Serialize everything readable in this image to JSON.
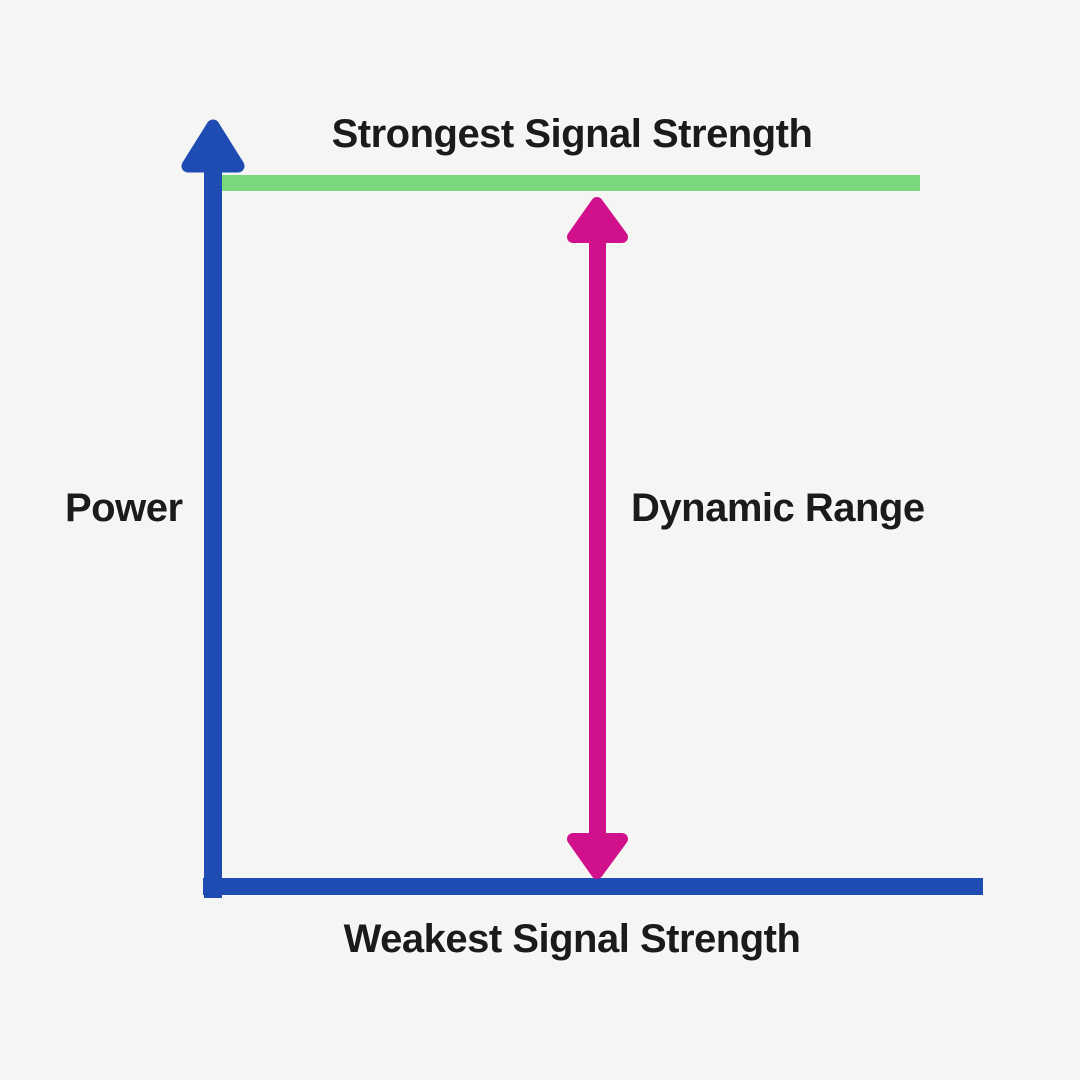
{
  "diagram": {
    "title_top": "Strongest Signal Strength",
    "label_bottom": "Weakest Signal Strength",
    "axis_label": "Power",
    "range_label": "Dynamic Range"
  },
  "colors": {
    "background": "#f5f5f3",
    "axis_blue": "#1e4cb2",
    "strongest_line_green": "#79d87e",
    "range_magenta": "#d0118b",
    "text": "#1b1b1b"
  }
}
